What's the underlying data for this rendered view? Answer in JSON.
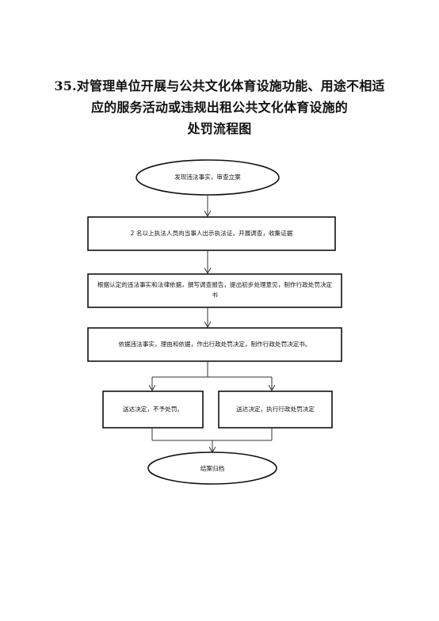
{
  "title": {
    "line1": "35.对管理单位开展与公共文化体育设施功能、用途不相适",
    "line2": "应的服务活动或违规出租公共文化体育设施的",
    "line3": "处罚流程图"
  },
  "nodes": {
    "start": "发现违法事实，审查立案",
    "step1": "2 名以上执法人员向当事人出示执法证，开展调查，收集证据",
    "step2": "根据认定的违法事实和法律依据，撰写调查报告，提出初步处理意见，制作行政处罚决定书",
    "step3": "依据违法事实，理由和依据，作出行政处罚决定，制作行政处罚决定书。",
    "branch_left": "送达决定，不予处罚。",
    "branch_right": "送达决定，执行行政处罚决定",
    "end": "结案归档"
  }
}
